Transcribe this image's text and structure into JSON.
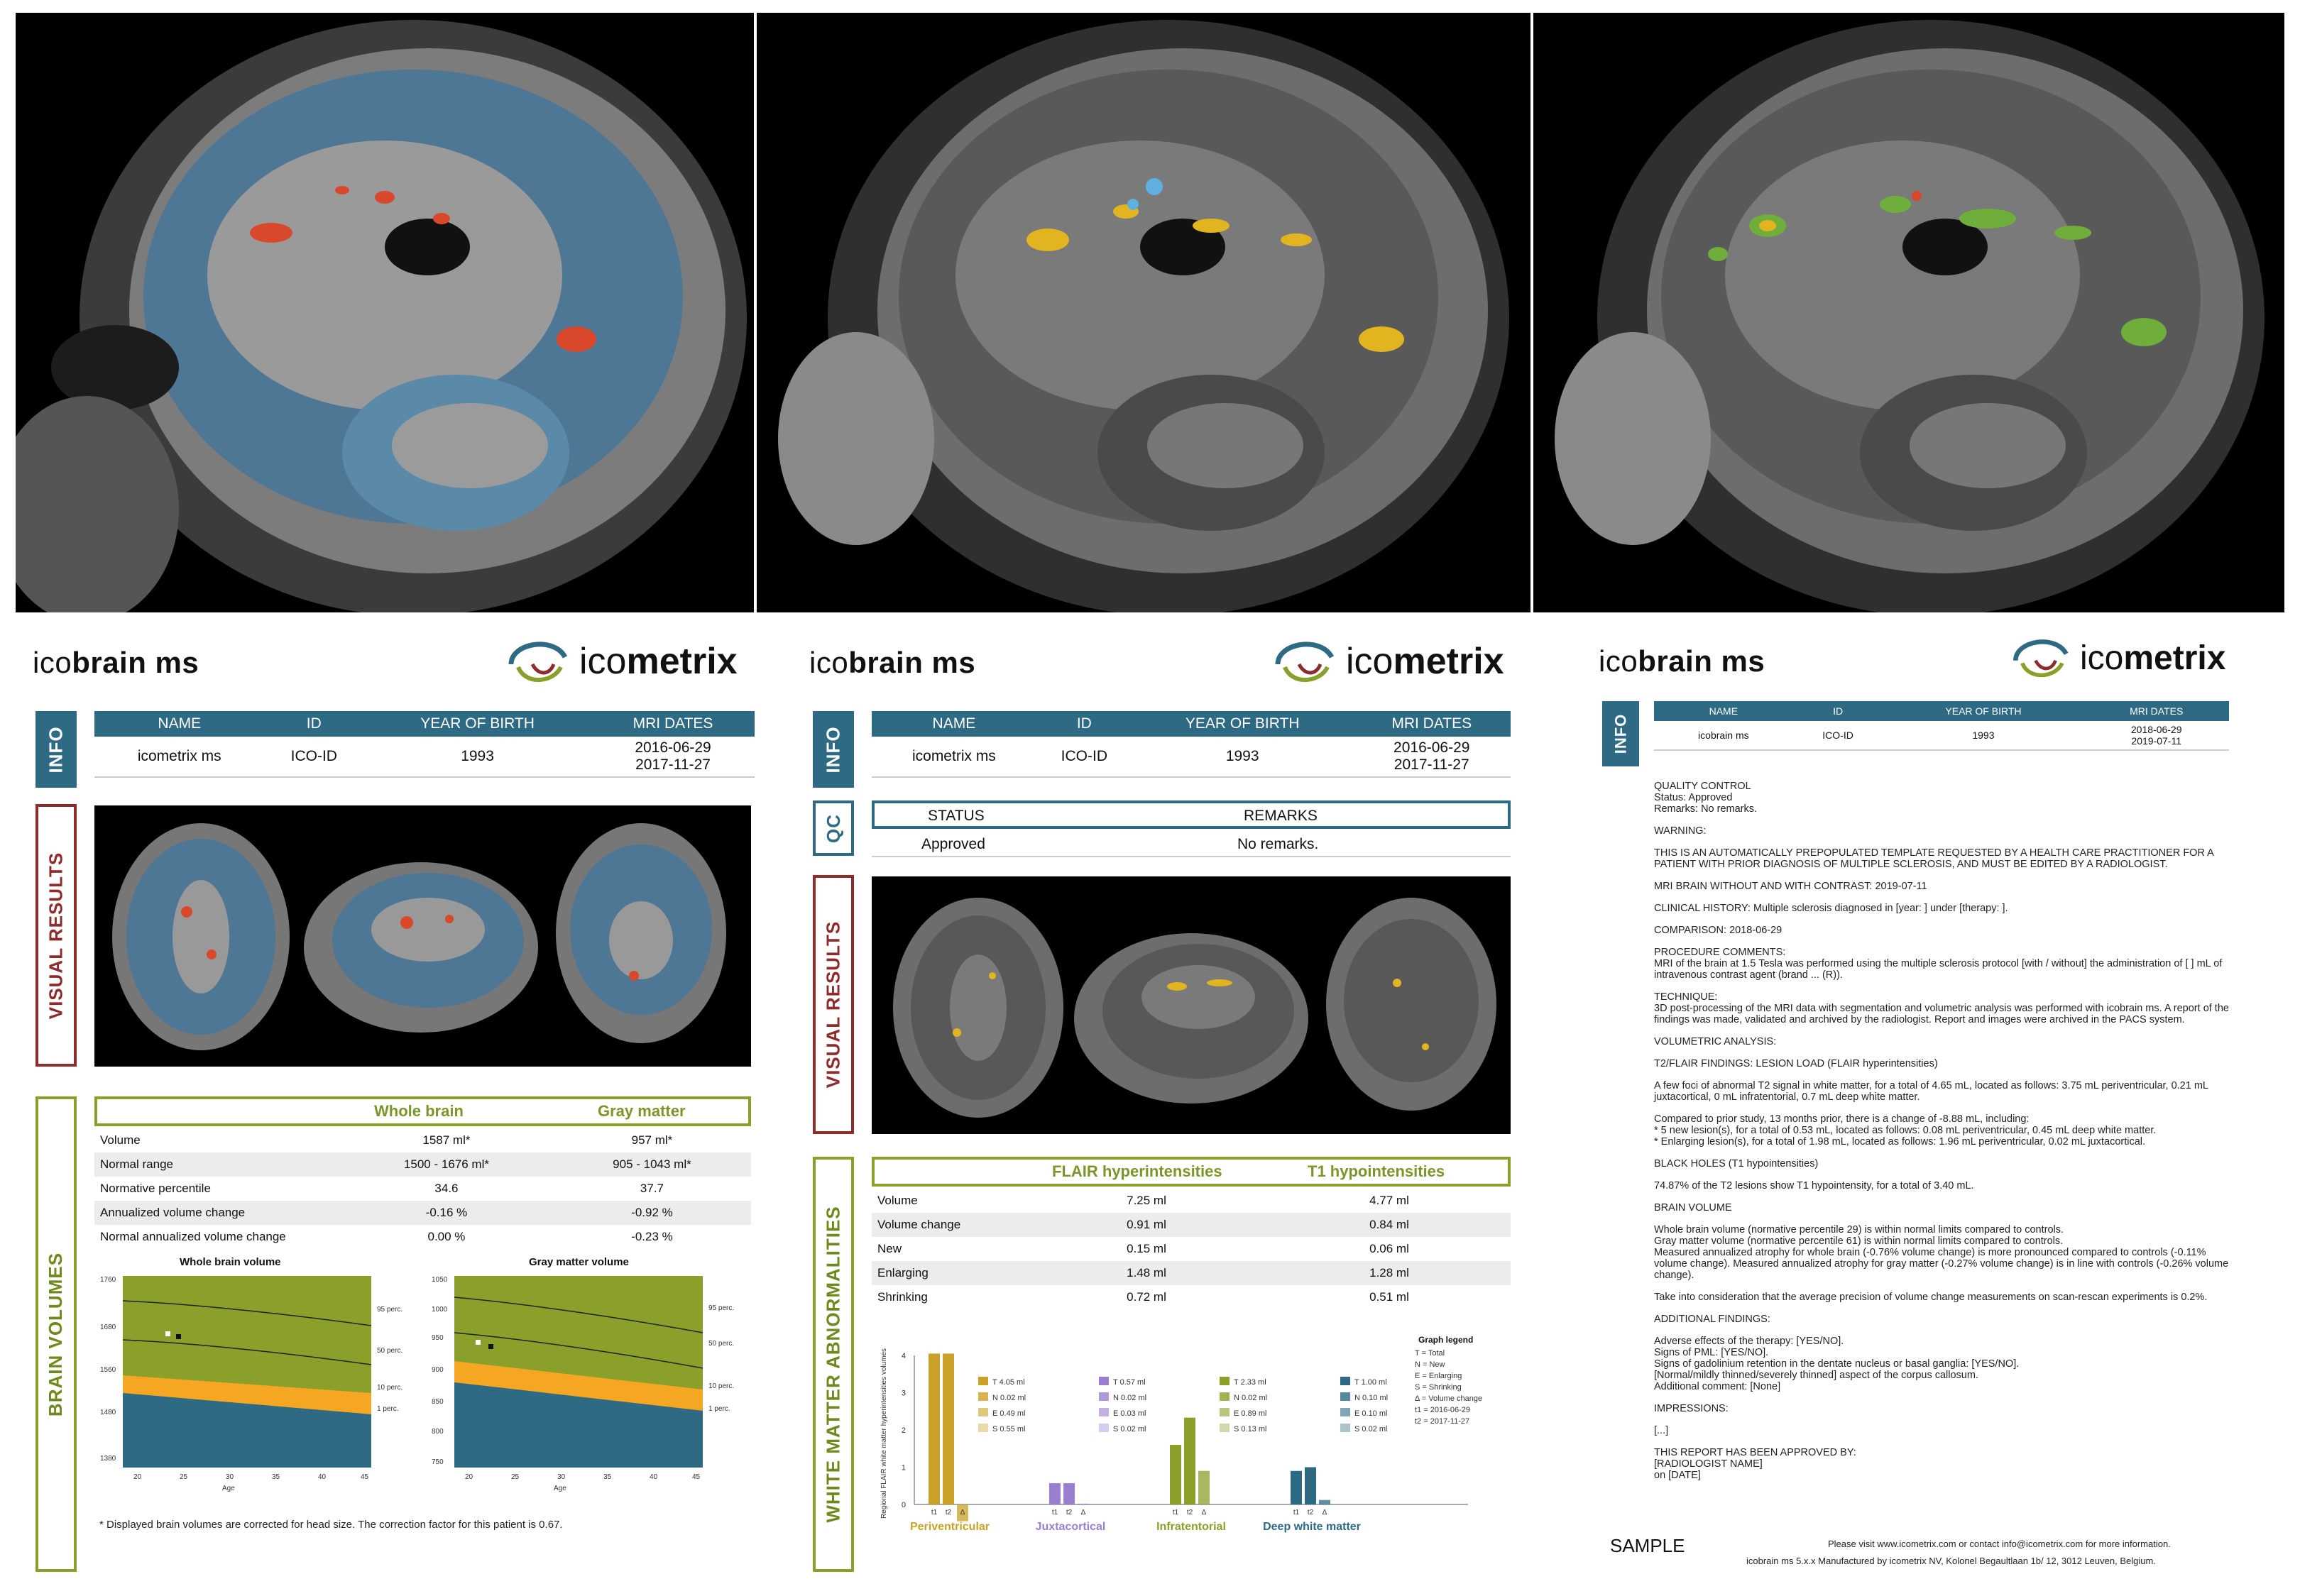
{
  "product": {
    "prefix": "ico",
    "bold": "brain ms"
  },
  "logo": {
    "prefix": "ico",
    "bold": "metrix"
  },
  "info": {
    "tab": "INFO",
    "headers": [
      "NAME",
      "ID",
      "YEAR OF BIRTH",
      "MRI DATES"
    ],
    "name": "icometrix ms",
    "id": "ICO-ID",
    "yob": "1993",
    "date1": "2016-06-29",
    "date2": "2017-11-27",
    "alt_date1": "2018-06-29",
    "alt_date2": "2019-07-11",
    "alt_name": "icobrain ms"
  },
  "qc": {
    "tab": "QC",
    "status_h": "STATUS",
    "remarks_h": "REMARKS",
    "status": "Approved",
    "remarks": "No remarks."
  },
  "tabs": {
    "visual": "VISUAL RESULTS",
    "brain": "BRAIN VOLUMES",
    "wm": "WHITE MATTER ABNORMALITIES"
  },
  "brain_vol": {
    "col1": "Whole brain",
    "col2": "Gray matter",
    "rows": [
      [
        "Volume",
        "1587 ml*",
        "957 ml*"
      ],
      [
        "Normal range",
        "1500 - 1676 ml*",
        "905 - 1043 ml*"
      ],
      [
        "Normative percentile",
        "34.6",
        "37.7"
      ],
      [
        "Annualized volume change",
        "-0.16 %",
        "-0.92 %"
      ],
      [
        "Normal annualized volume change",
        "0.00 %",
        "-0.23 %"
      ]
    ],
    "footnote": "* Displayed brain volumes are corrected for head size. The correction factor for this patient is 0.67."
  },
  "charts_text": {
    "wb_title": "Whole brain volume",
    "gm_title": "Gray matter volume",
    "age": "Age",
    "pct": [
      "95 perc.",
      "50 perc.",
      "10 perc.",
      "1 perc."
    ],
    "wb_y": [
      "1760",
      "1680",
      "1560",
      "1480",
      "1380"
    ],
    "gm_y": [
      "1050",
      "1000",
      "950",
      "900",
      "850",
      "800",
      "750"
    ],
    "x": [
      "20",
      "25",
      "30",
      "35",
      "40",
      "45"
    ]
  },
  "wm": {
    "col1": "FLAIR hyperintensities",
    "col2": "T1 hypointensities",
    "rows": [
      [
        "Volume",
        "7.25 ml",
        "4.77 ml"
      ],
      [
        "Volume change",
        "0.91 ml",
        "0.84 ml"
      ],
      [
        "New",
        "0.15 ml",
        "0.06 ml"
      ],
      [
        "Enlarging",
        "1.48 ml",
        "1.28 ml"
      ],
      [
        "Shrinking",
        "0.72 ml",
        "0.51 ml"
      ]
    ]
  },
  "chart_data": {
    "type": "bar",
    "ylabel": "Regional FLAIR white matter hyperintensities volumes",
    "ylim": [
      0,
      4
    ],
    "yticks": [
      "0",
      "1",
      "2",
      "3",
      "4"
    ],
    "bar_labels": [
      "t1",
      "t2",
      "Δ"
    ],
    "groups": [
      {
        "name": "Periventricular",
        "color": "#c9a227",
        "values": [
          4.05,
          4.05,
          -0.45
        ],
        "legend": [
          "T 4.05 ml",
          "N 0.02 ml",
          "E 0.49 ml",
          "S 0.55 ml"
        ]
      },
      {
        "name": "Juxtacortical",
        "color": "#9a7fd1",
        "values": [
          0.57,
          0.57,
          0.02
        ],
        "legend": [
          "T 0.57 ml",
          "N 0.02 ml",
          "E 0.03 ml",
          "S 0.02 ml"
        ]
      },
      {
        "name": "Infratentorial",
        "color": "#8aa02b",
        "values": [
          1.6,
          2.33,
          0.9
        ],
        "legend": [
          "T 2.33 ml",
          "N 0.02 ml",
          "E 0.89 ml",
          "S 0.13 ml"
        ]
      },
      {
        "name": "Deep white matter",
        "color": "#2f6a84",
        "values": [
          0.9,
          1.0,
          0.12
        ],
        "legend": [
          "T 1.00 ml",
          "N 0.10 ml",
          "E 0.10 ml",
          "S 0.02 ml"
        ]
      }
    ],
    "legend_box": {
      "title": "Graph legend",
      "items": [
        "T = Total",
        "N = New",
        "E = Enlarging",
        "S = Shrinking",
        "Δ = Volume change",
        "t1 = 2016-06-29",
        "t2 = 2017-11-27"
      ]
    }
  },
  "report": [
    "QUALITY CONTROL",
    "Status: Approved",
    "Remarks: No remarks.",
    "WARNING:",
    "THIS IS AN AUTOMATICALLY PREPOPULATED TEMPLATE REQUESTED BY A HEALTH CARE PRACTITIONER FOR A PATIENT WITH PRIOR DIAGNOSIS OF MULTIPLE SCLEROSIS, AND MUST BE EDITED BY A RADIOLOGIST.",
    "MRI BRAIN WITHOUT AND WITH CONTRAST: 2019-07-11",
    "CLINICAL HISTORY: Multiple sclerosis diagnosed in [year: ] under [therapy: ].",
    "COMPARISON: 2018-06-29",
    "PROCEDURE COMMENTS:",
    "MRI of the brain at 1.5 Tesla was performed using the multiple sclerosis protocol [with / without] the administration of [ ] mL of intravenous contrast agent (brand ... (R)).",
    "TECHNIQUE:",
    "3D post-processing of the MRI data with segmentation and volumetric analysis was performed with icobrain ms. A report of the findings was made, validated and archived by the radiologist. Report and images were archived in the PACS system.",
    "VOLUMETRIC ANALYSIS:",
    "T2/FLAIR FINDINGS: LESION LOAD (FLAIR hyperintensities)",
    "A few foci of abnormal T2 signal in white matter, for a total of 4.65 mL, located as follows: 3.75 mL periventricular, 0.21 mL juxtacortical, 0 mL infratentorial, 0.7 mL deep white matter.",
    "Compared to prior study, 13 months prior, there is a change of -8.88 mL, including:",
    "* 5 new lesion(s), for a total of 0.53 mL, located as follows: 0.08 mL periventricular, 0.45 mL deep white matter.",
    "* Enlarging lesion(s), for a total of 1.98 mL, located as follows: 1.96 mL periventricular, 0.02 mL juxtacortical.",
    "BLACK HOLES (T1 hypointensities)",
    "74.87% of the T2 lesions show T1 hypointensity, for a total of 3.40 mL.",
    "BRAIN VOLUME",
    "Whole brain volume (normative percentile 29) is within normal limits compared to controls.",
    "Gray matter volume (normative percentile 61) is within normal limits compared to controls.",
    "Measured annualized atrophy for whole brain (-0.76% volume change) is more pronounced compared to controls (-0.11% volume change). Measured annualized atrophy for gray matter (-0.27% volume change) is in line with controls (-0.26% volume change).",
    "Take into consideration that the average precision of volume change measurements on scan-rescan experiments is 0.2%.",
    "ADDITIONAL FINDINGS:",
    "Adverse effects of the therapy: [YES/NO].",
    "Signs of PML: [YES/NO].",
    "Signs of gadolinium retention in the dentate nucleus or basal ganglia: [YES/NO].",
    "[Normal/mildly thinned/severely thinned] aspect of the corpus callosum.",
    "Additional comment: [None]",
    "IMPRESSIONS:",
    "[...]",
    "THIS REPORT HAS BEEN APPROVED BY:",
    "[RADIOLOGIST NAME]",
    "on [DATE]"
  ],
  "footer": {
    "sample": "SAMPLE",
    "visit": "Please visit www.icometrix.com or contact info@icometrix.com for more information.",
    "manufacturer": "icobrain ms 5.x.x Manufactured by icometrix NV, Kolonel Begaultlaan 1b/ 12, 3012 Leuven, Belgium."
  },
  "colors": {
    "teal": "#2f6a84",
    "green": "#8aa02b",
    "red": "#8e2b2b",
    "orange": "#f5a623",
    "lesion_red": "#d9482b",
    "lesion_yellow": "#e2b41f",
    "lesion_blue": "#5fb0e0",
    "lesion_green": "#6fae3a"
  }
}
